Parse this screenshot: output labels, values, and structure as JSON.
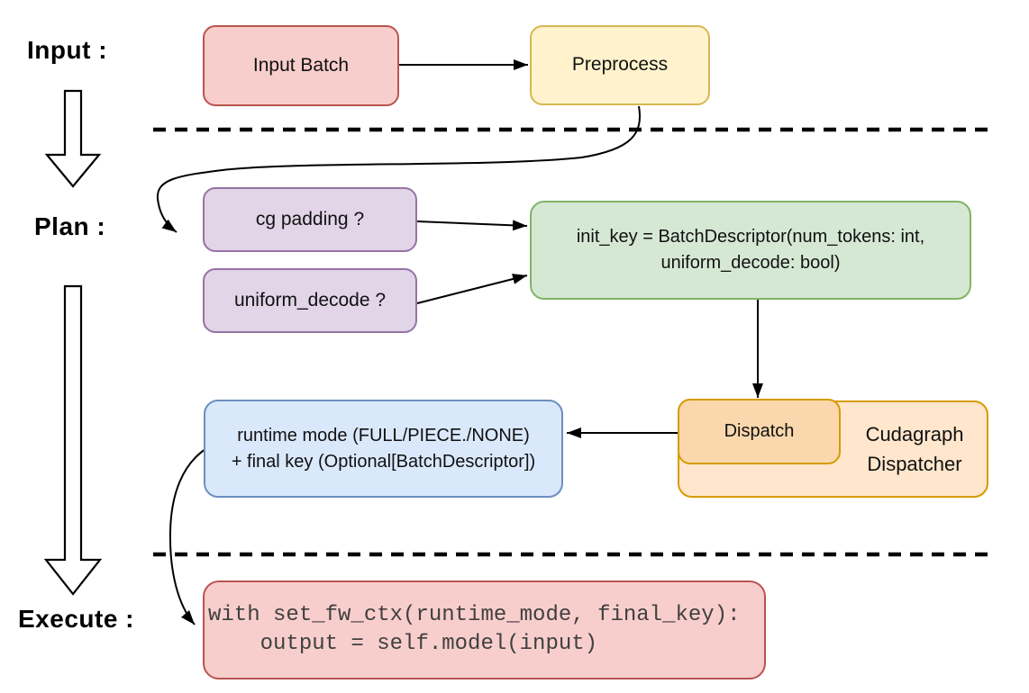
{
  "stages": {
    "input": "Input :",
    "plan": "Plan :",
    "execute": "Execute :"
  },
  "nodes": {
    "input_batch": {
      "label": "Input Batch",
      "fill": "#f8cecc",
      "stroke": "#b85450"
    },
    "preprocess": {
      "label": "Preprocess",
      "fill": "#fff2cc",
      "stroke": "#d6b656"
    },
    "cg_padding": {
      "label": "cg padding ?",
      "fill": "#e1d5e7",
      "stroke": "#9673a6"
    },
    "uniform_decode": {
      "label": "uniform_decode ?",
      "fill": "#e1d5e7",
      "stroke": "#9673a6"
    },
    "init_key": {
      "label": "init_key = BatchDescriptor(num_tokens: int,\nuniform_decode: bool)",
      "fill": "#d5e8d4",
      "stroke": "#82b366"
    },
    "dispatch": {
      "label": "Dispatch",
      "fill": "#fad7ac",
      "stroke": "#d79b00"
    },
    "cudagraph_dispatcher": {
      "label": "Cudagraph\nDispatcher",
      "fill": "#ffe6cc",
      "stroke": "#d79b00"
    },
    "runtime": {
      "label": "runtime mode (FULL/PIECE./NONE)\n+ final key (Optional[BatchDescriptor])",
      "fill": "#dae8fc",
      "stroke": "#6c8ebf"
    },
    "execute_code": {
      "label": "with set_fw_ctx(runtime_mode, final_key):\n    output = self.model(input)",
      "fill": "#f8cecc",
      "stroke": "#b85450"
    }
  },
  "colors": {
    "connector": "#000000",
    "separator": "#000000",
    "background": "#ffffff"
  }
}
